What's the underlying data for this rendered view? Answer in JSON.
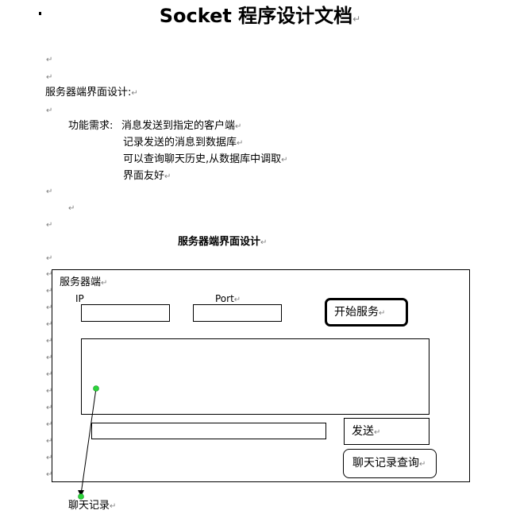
{
  "colors": {
    "connector_dot": "#2bd43a",
    "paragraph_mark": "#7f7f7f"
  },
  "document": {
    "title": "Socket 程序设计文档",
    "return_mark": "↵",
    "section_heading": "服务器端界面设计:",
    "requirements": {
      "label": "功能需求:",
      "items": [
        "消息发送到指定的客户端",
        "记录发送的消息到数据库",
        "可以查询聊天历史,从数据库中调取",
        "界面友好"
      ]
    },
    "figure_caption": "服务器端界面设计"
  },
  "mockup": {
    "frame_title": "服务器端",
    "ip_label": "IP",
    "port_label": "Port",
    "ip_value": "",
    "port_value": "",
    "start_button": "开始服务",
    "message_value": "",
    "send_button": "发送",
    "history_button": "聊天记录查询",
    "annotation": "聊天记录",
    "connector_icon": "arrow-connector-icon"
  }
}
